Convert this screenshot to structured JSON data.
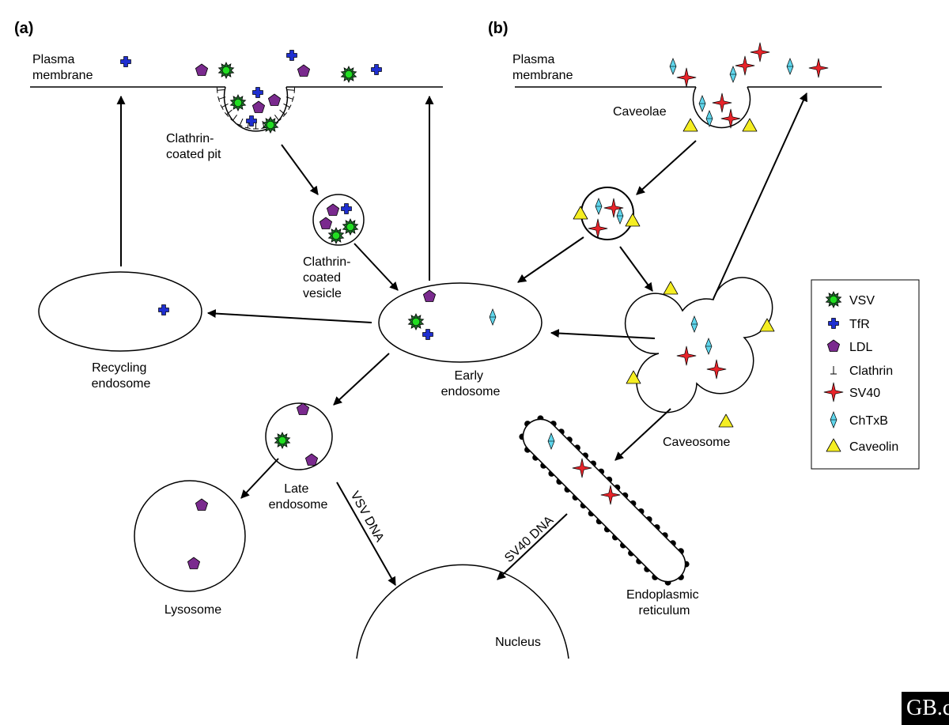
{
  "panels": {
    "a": "(a)",
    "b": "(b)"
  },
  "labels": {
    "plasma_membrane_a": [
      "Plasma",
      "membrane"
    ],
    "plasma_membrane_b": [
      "Plasma",
      "membrane"
    ],
    "clathrin_pit": [
      "Clathrin-",
      "coated pit"
    ],
    "clathrin_vesicle": [
      "Clathrin-",
      "coated",
      "vesicle"
    ],
    "recycling_endosome": [
      "Recycling",
      "endosome"
    ],
    "early_endosome": [
      "Early",
      "endosome"
    ],
    "late_endosome": [
      "Late",
      "endosome"
    ],
    "lysosome": [
      "Lysosome"
    ],
    "nucleus": [
      "Nucleus"
    ],
    "vsv_dna": "VSV DNA",
    "sv40_dna": "SV40 DNA",
    "caveolae": [
      "Caveolae"
    ],
    "caveosome": [
      "Caveosome"
    ],
    "er": [
      "Endoplasmic",
      "reticulum"
    ]
  },
  "legend": [
    {
      "key": "vsv",
      "label": "VSV"
    },
    {
      "key": "tfr",
      "label": "TfR"
    },
    {
      "key": "ldl",
      "label": "LDL"
    },
    {
      "key": "clathrin",
      "label": "Clathrin"
    },
    {
      "key": "sv40",
      "label": "SV40"
    },
    {
      "key": "chtxb",
      "label": "ChTxB"
    },
    {
      "key": "caveolin",
      "label": "Caveolin"
    }
  ],
  "colors": {
    "vsv_outer": "#1e6b2a",
    "vsv_inner": "#22dd22",
    "tfr": "#1f2fd0",
    "ldl": "#7a2a8e",
    "sv40": "#e8242a",
    "chtxb": "#5fd6ec",
    "caveolin": "#f5ee22",
    "logo_bg": "#000000"
  },
  "logo": "GB.c"
}
